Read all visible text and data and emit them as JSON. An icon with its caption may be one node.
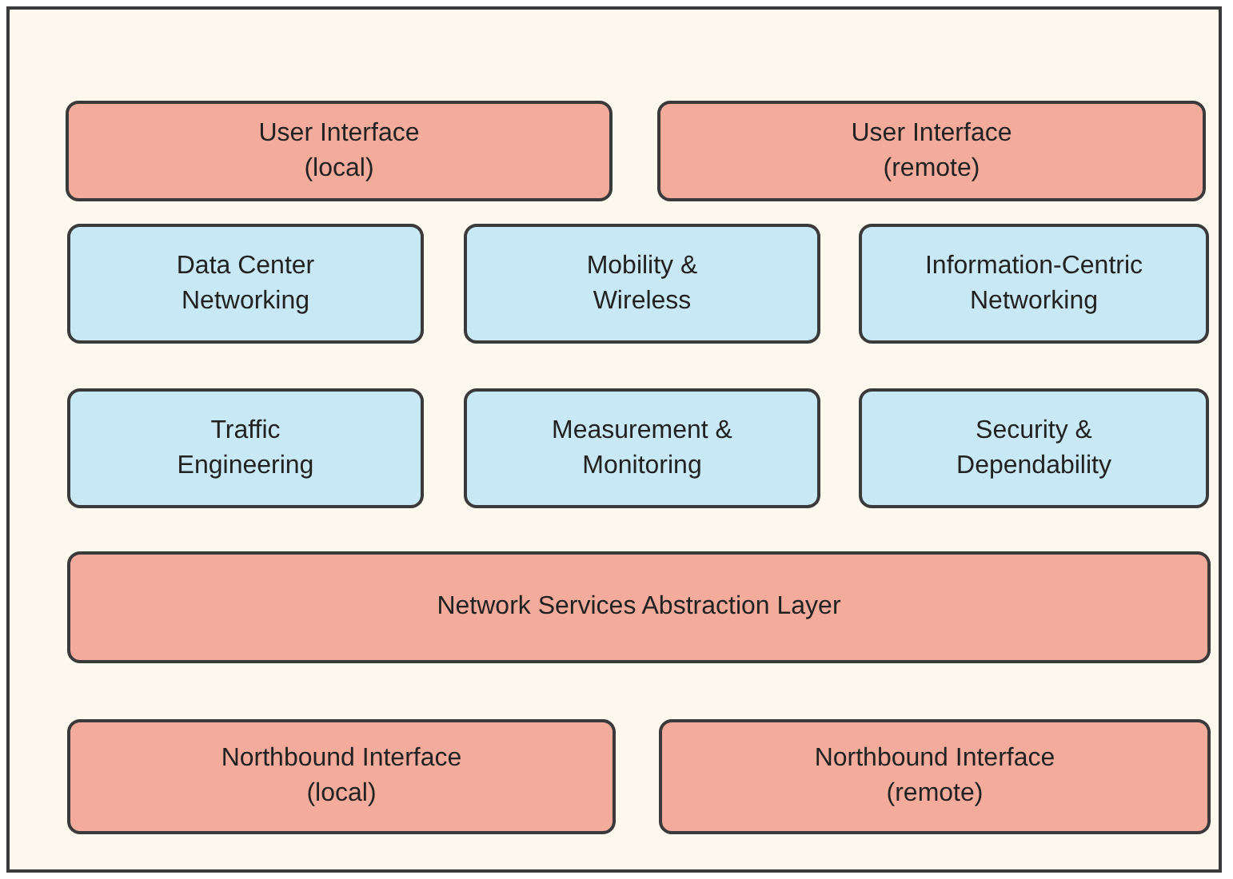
{
  "diagram": {
    "nodes": [
      {
        "text": [],
        "shape": "box"
      },
      {
        "text": [
          "User Interface (local)"
        ],
        "in": 0
      },
      {
        "text": [
          "User Interface (remote)"
        ],
        "in": 0
      },
      {
        "text": [
          "Data Center Networking"
        ],
        "in": 0
      },
      {
        "text": [
          "Mobility & Wireless"
        ],
        "in": 0
      },
      {
        "text": [
          "Information-Centric Networking"
        ],
        "in": 0
      },
      {
        "text": [
          "Traffic Engineering"
        ],
        "in": 0
      },
      {
        "text": [
          "Measurement & Monitoring"
        ],
        "in": 0
      },
      {
        "text": [
          "Security & Dependability"
        ],
        "in": 0
      },
      {
        "text": [
          "Network Services Abstraction Layer"
        ],
        "in": 0
      },
      {
        "text": [
          "Northbound Interface (local)"
        ],
        "in": 0
      },
      {
        "text": [
          "Northbound Interface (remote)"
        ],
        "in": 0
      }
    ]
  }
}
